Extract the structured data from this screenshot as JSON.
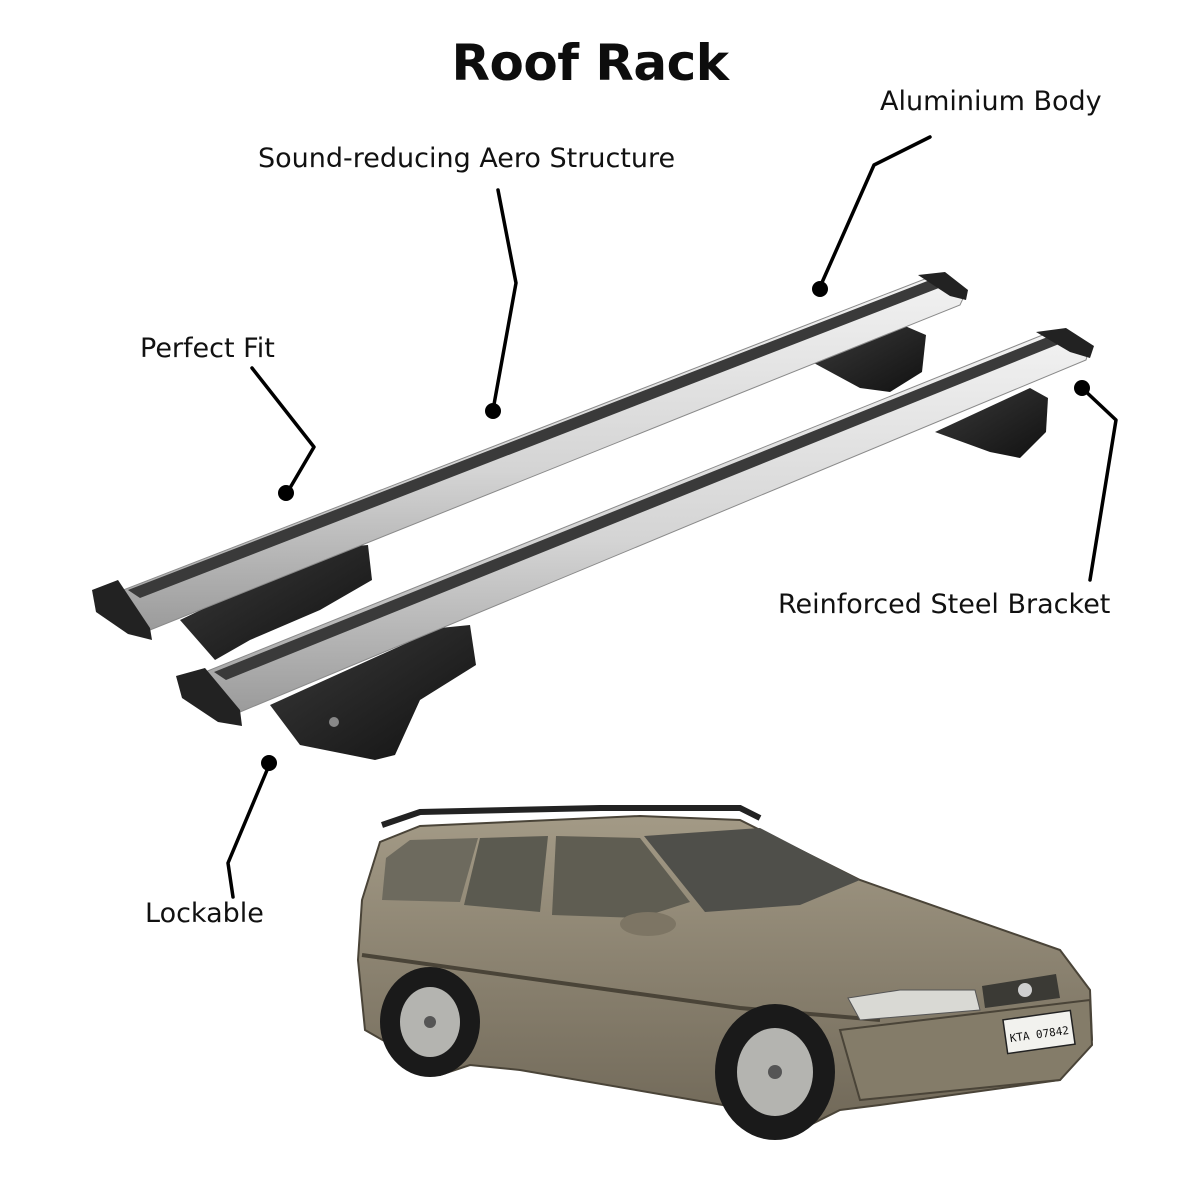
{
  "title": "Roof Rack",
  "callouts": {
    "aluminium_body": "Aluminium Body",
    "aero_structure": "Sound-reducing Aero Structure",
    "perfect_fit": "Perfect Fit",
    "reinforced_bracket": "Reinforced Steel Bracket",
    "lockable": "Lockable"
  },
  "car": {
    "plate": "KTA 07842"
  },
  "colors": {
    "bar_silver": "#d9d9d9",
    "bar_groove": "#3a3a3a",
    "foot_black": "#1f1f1f",
    "car_body": "#8f8672",
    "leader_line": "#000000"
  }
}
